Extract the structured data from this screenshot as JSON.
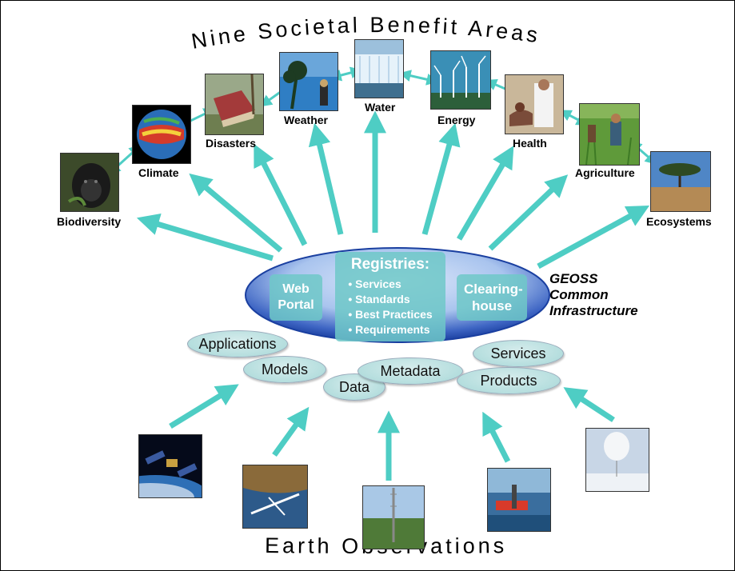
{
  "title_top": "Nine Societal Benefit Areas",
  "title_bottom": "Earth Observations",
  "benefit_areas": [
    {
      "label": "Biodiversity"
    },
    {
      "label": "Climate"
    },
    {
      "label": "Disasters"
    },
    {
      "label": "Weather"
    },
    {
      "label": "Water"
    },
    {
      "label": "Energy"
    },
    {
      "label": "Health"
    },
    {
      "label": "Agriculture"
    },
    {
      "label": "Ecosystems"
    }
  ],
  "infrastructure": {
    "web_portal": "Web Portal",
    "registries_title": "Registries:",
    "registries_items": [
      "Services",
      "Standards",
      "Best Practices",
      "Requirements"
    ],
    "clearinghouse": "Clearing-house",
    "geoss_label_lines": [
      "GEOSS",
      "Common",
      "Infrastructure"
    ]
  },
  "components": [
    "Applications",
    "Models",
    "Data",
    "Metadata",
    "Services",
    "Products"
  ],
  "observation_platforms": [
    "satellite",
    "aircraft",
    "tower",
    "ship",
    "balloon"
  ],
  "colors": {
    "arrow": "#4ecdc4",
    "ellipse_dark": "#1a3fa0",
    "ellipse_light": "#a9c4ee",
    "box": "#6ec8c8"
  }
}
